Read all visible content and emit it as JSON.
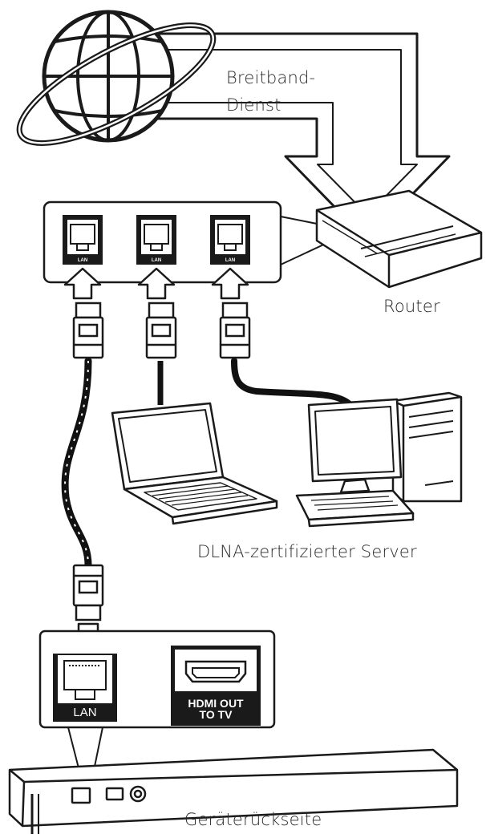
{
  "labels": {
    "broadband_line1": "Breitband-",
    "broadband_line2": "Dienst",
    "router": "Router",
    "server": "DLNA-zertifizierter Server",
    "device_rear": "Geräterückseite"
  },
  "router_ports": [
    {
      "label": "LAN"
    },
    {
      "label": "LAN"
    },
    {
      "label": "LAN"
    }
  ],
  "device_panel": {
    "lan_label": "LAN",
    "hdmi_line1": "HDMI OUT",
    "hdmi_line2": "TO TV"
  },
  "icons": [
    "globe-icon",
    "router-icon",
    "laptop-icon",
    "desktop-computer-icon",
    "lan-plug-icon",
    "lan-port-icon",
    "hdmi-port-icon",
    "player-device-icon"
  ],
  "colors": {
    "line": "#1a1a1a",
    "cable": "#111111",
    "fill": "#ffffff",
    "label_bg": "#1a1a1a"
  }
}
